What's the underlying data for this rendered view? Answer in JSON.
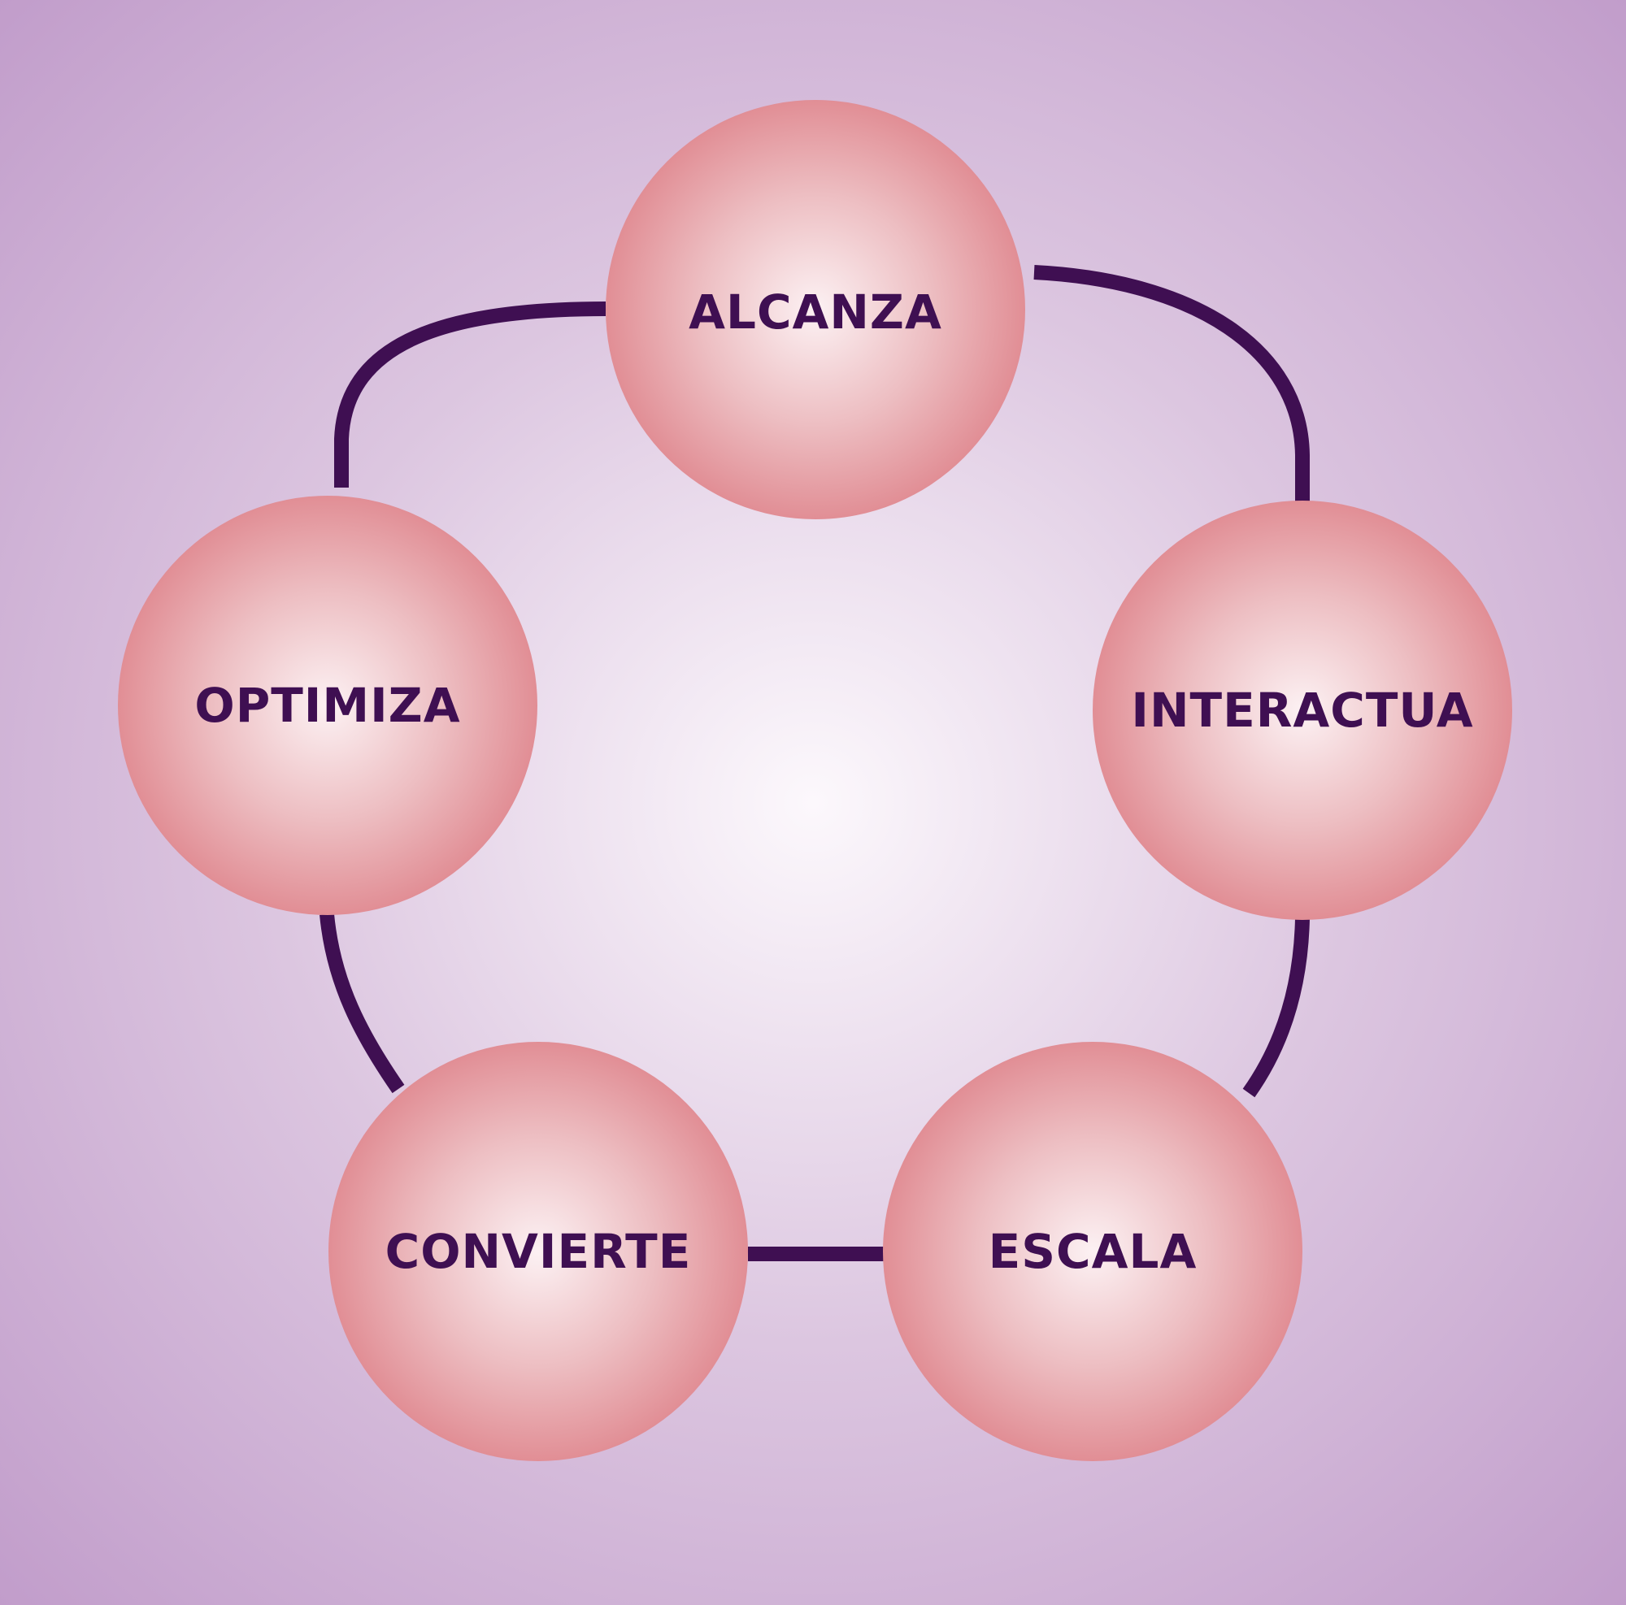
{
  "colors": {
    "background_center": "#FCF8FC",
    "background_mid": "#DCC6E0",
    "background_edge": "#BE98C8",
    "connector": "#3F0F52",
    "node_center": "#FCF1F3",
    "node_mid": "#EDBEC2",
    "node_edge": "#E18E95",
    "label": "#3F0F52"
  },
  "cycle": {
    "nodes": [
      {
        "id": "alcanza",
        "label": "ALCANZA"
      },
      {
        "id": "interactua",
        "label": "INTERACTUA"
      },
      {
        "id": "escala",
        "label": "ESCALA"
      },
      {
        "id": "convierte",
        "label": "CONVIERTE"
      },
      {
        "id": "optimiza",
        "label": "OPTIMIZA"
      }
    ]
  }
}
